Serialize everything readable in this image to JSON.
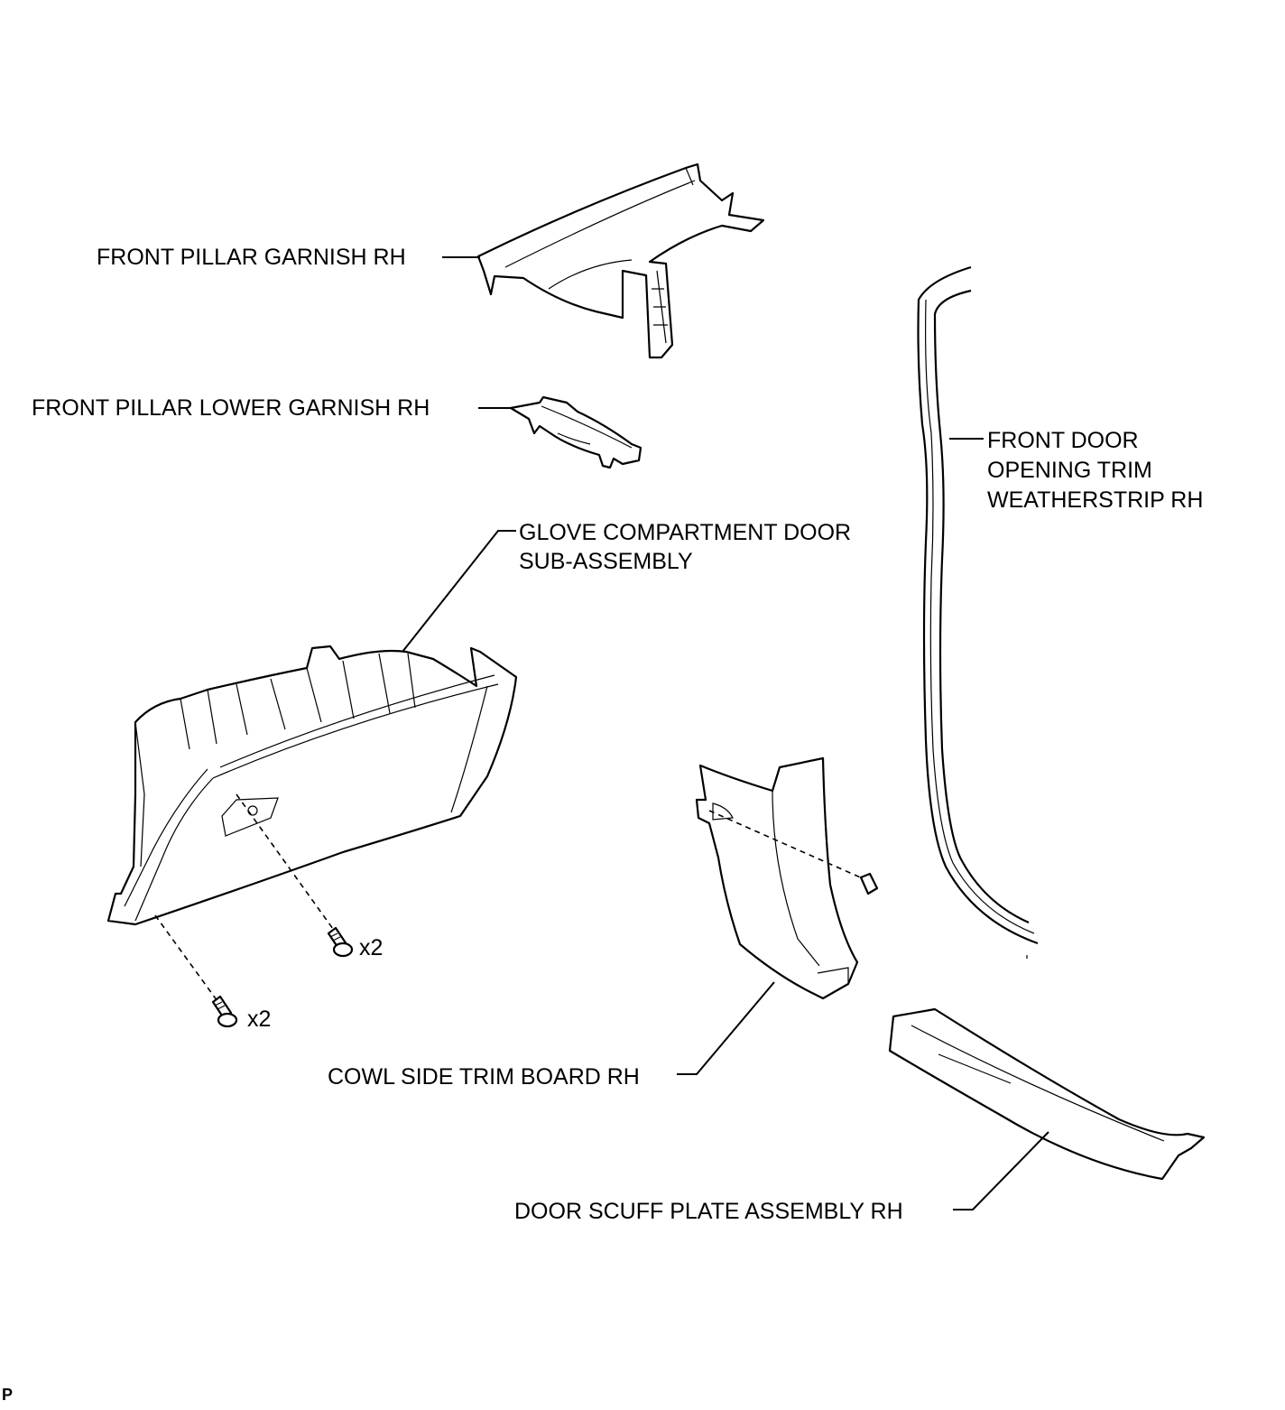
{
  "labels": {
    "front_pillar_garnish": "FRONT PILLAR GARNISH RH",
    "front_pillar_lower_garnish": "FRONT PILLAR LOWER GARNISH RH",
    "glove_compartment_line1": "GLOVE COMPARTMENT DOOR",
    "glove_compartment_line2": "SUB-ASSEMBLY",
    "weatherstrip_line1": "FRONT DOOR",
    "weatherstrip_line2": "OPENING TRIM",
    "weatherstrip_line3": "WEATHERSTRIP RH",
    "cowl_side_trim": "COWL SIDE TRIM BOARD RH",
    "door_scuff_plate": "DOOR SCUFF PLATE ASSEMBLY RH",
    "screw_qty_1": "x2",
    "screw_qty_2": "x2",
    "corner_mark": "P"
  }
}
